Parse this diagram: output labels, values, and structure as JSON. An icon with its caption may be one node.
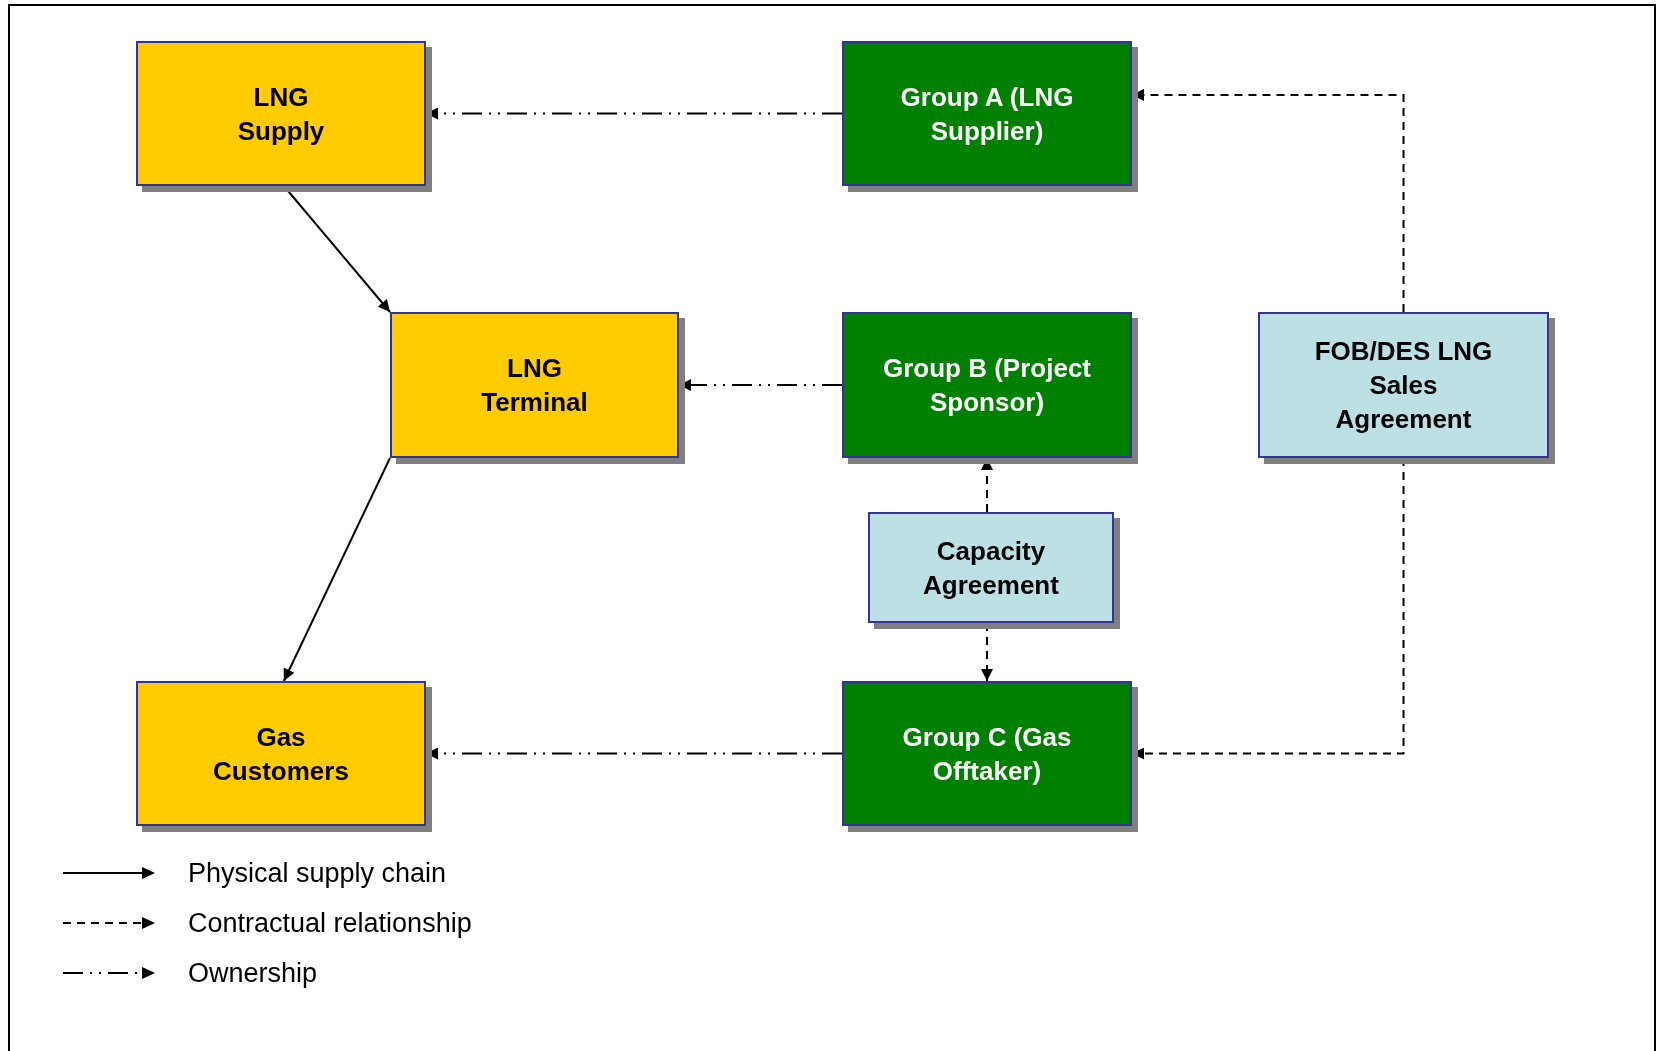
{
  "diagram": {
    "nodes": [
      {
        "text": [
          "LNG Supply"
        ]
      },
      {
        "text": [
          "Group A (LNG Supplier)"
        ]
      },
      {
        "text": [
          "LNG Terminal"
        ]
      },
      {
        "text": [
          "Group B (Project Sponsor)"
        ]
      },
      {
        "text": [
          "FOB/DES LNG Sales Agreement"
        ]
      },
      {
        "text": [
          "Capacity Agreement"
        ]
      },
      {
        "text": [
          "Gas Customers"
        ]
      },
      {
        "text": [
          "Group C (Gas Offtaker)"
        ]
      }
    ],
    "edges": [
      {
        "from": 0,
        "to": 2,
        "arrow": "to"
      },
      {
        "from": 2,
        "to": 6,
        "arrow": "to"
      },
      {
        "from": 1,
        "to": 0,
        "arrow": "to",
        "style": "dashed"
      },
      {
        "from": 3,
        "to": 2,
        "arrow": "to",
        "style": "dashed"
      },
      {
        "from": 7,
        "to": 6,
        "arrow": "to",
        "style": "dashed"
      },
      {
        "from": 4,
        "to": 1,
        "arrow": "to",
        "style": "dashed"
      },
      {
        "from": 4,
        "to": 7,
        "arrow": "to",
        "style": "dashed"
      },
      {
        "from": 5,
        "to": 3,
        "arrow": "to",
        "style": "dashed"
      },
      {
        "from": 5,
        "to": 7,
        "arrow": "to",
        "style": "dashed"
      }
    ],
    "legend": [
      {
        "text": "Physical supply chain"
      },
      {
        "text": "Contractual relationship"
      },
      {
        "text": "Ownership"
      }
    ]
  }
}
